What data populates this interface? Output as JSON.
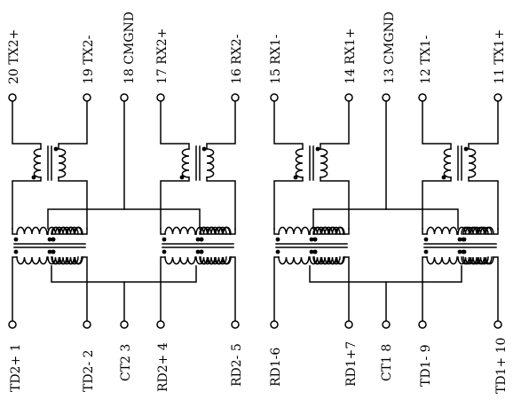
{
  "top_pins": [
    {
      "label": "20 TX2+"
    },
    {
      "label": "19 TX2-"
    },
    {
      "label": "18 CMGND"
    },
    {
      "label": "17 RX2+"
    },
    {
      "label": "16 RX2-"
    },
    {
      "label": "15 RX1-"
    },
    {
      "label": "14 RX1+"
    },
    {
      "label": "13 CMGND"
    },
    {
      "label": "12 TX1-"
    },
    {
      "label": "11 TX1+"
    }
  ],
  "bottom_pins": [
    {
      "label": "TD2+ 1"
    },
    {
      "label": "TD2- 2"
    },
    {
      "label": "CT2 3"
    },
    {
      "label": "RD2+ 4"
    },
    {
      "label": "RD2- 5"
    },
    {
      "label": "RD1-6"
    },
    {
      "label": "RD1+7"
    },
    {
      "label": "CT1 8"
    },
    {
      "label": "TD1- 9"
    },
    {
      "label": "TD1+ 10"
    }
  ]
}
